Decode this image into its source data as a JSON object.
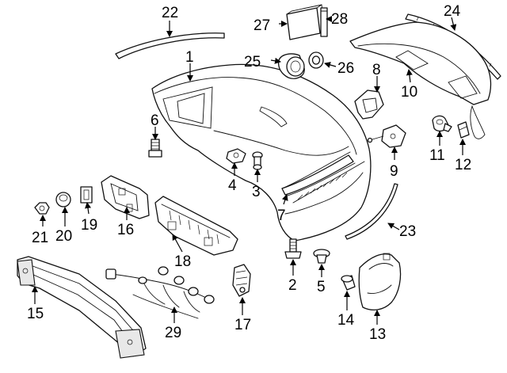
{
  "diagram": {
    "callouts": {
      "c1": "1",
      "c2": "2",
      "c3": "3",
      "c4": "4",
      "c5": "5",
      "c6": "6",
      "c7": "7",
      "c8": "8",
      "c9": "9",
      "c10": "10",
      "c11": "11",
      "c12": "12",
      "c13": "13",
      "c14": "14",
      "c15": "15",
      "c16": "16",
      "c17": "17",
      "c18": "18",
      "c19": "19",
      "c20": "20",
      "c21": "21",
      "c22": "22",
      "c23": "23",
      "c24": "24",
      "c25": "25",
      "c26": "26",
      "c27": "27",
      "c28": "28",
      "c29": "29"
    },
    "line_color": "#111111",
    "background": "#ffffff"
  }
}
